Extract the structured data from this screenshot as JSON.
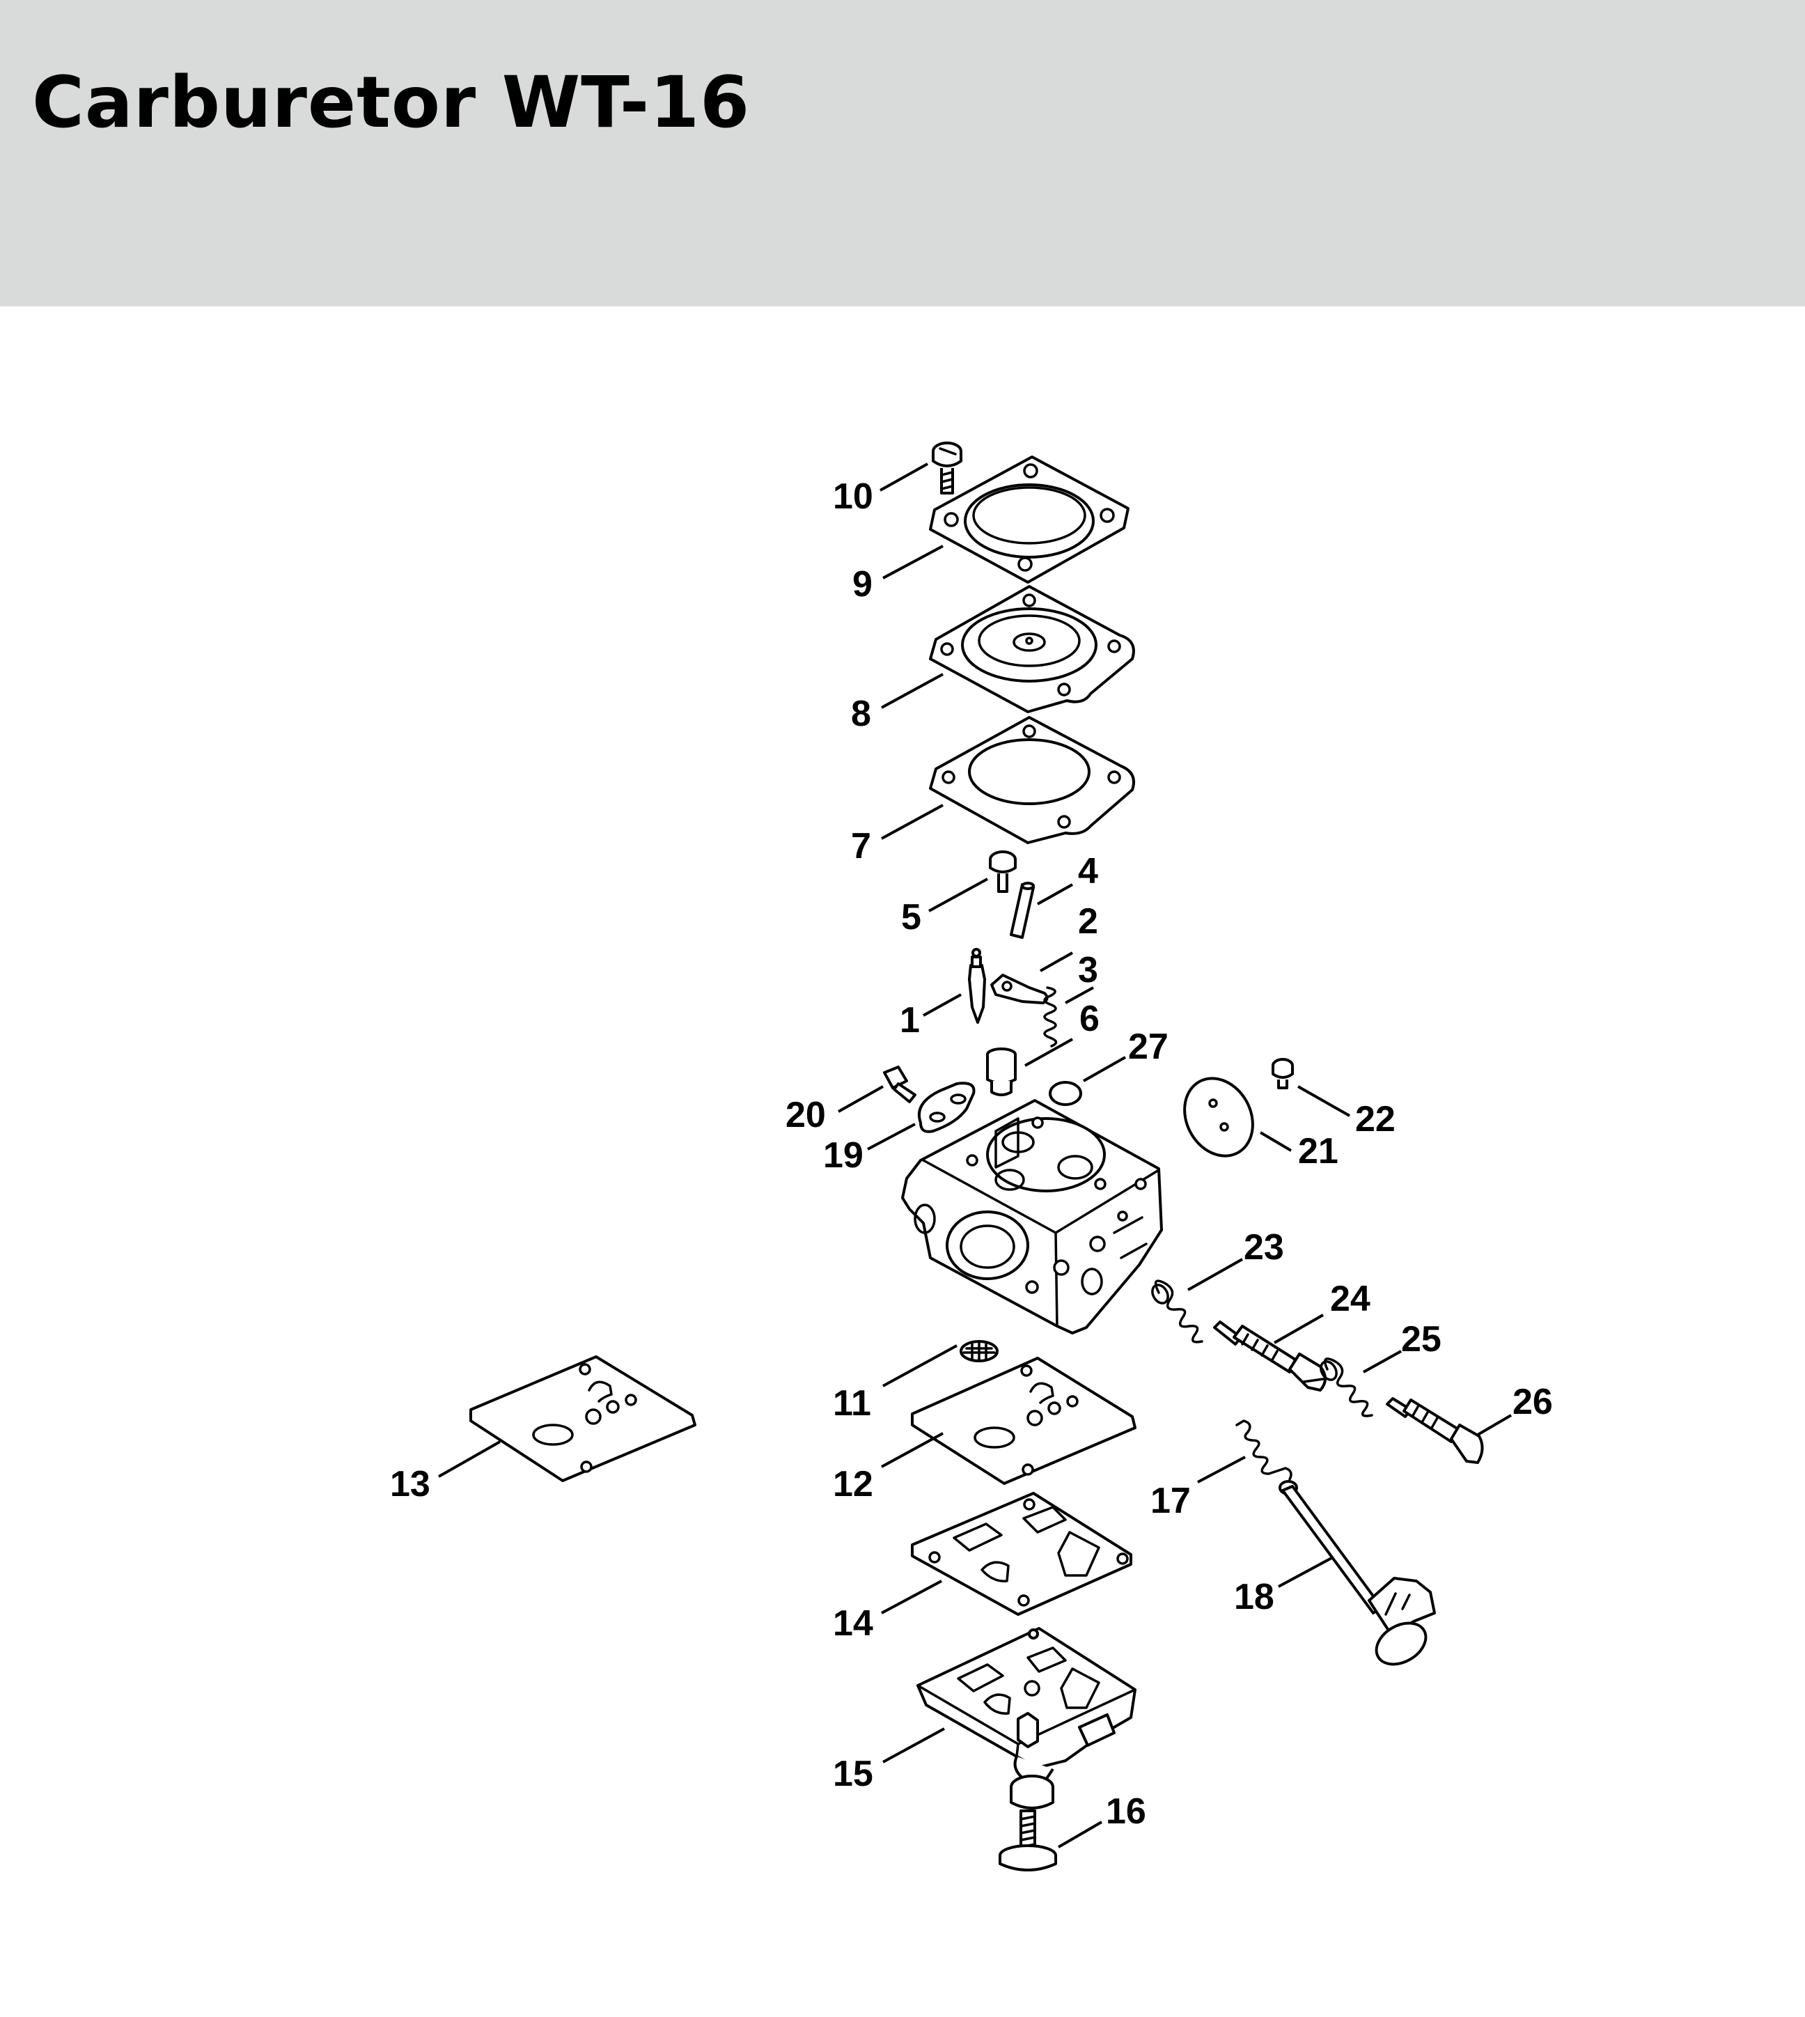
{
  "header": {
    "title": "Carburetor WT-16",
    "background_color": "#d9dbda"
  },
  "diagram": {
    "parts": [
      {
        "number": "1",
        "icon": "inlet-needle-icon"
      },
      {
        "number": "2",
        "icon": "control-lever-icon"
      },
      {
        "number": "3",
        "icon": "spring-icon"
      },
      {
        "number": "4",
        "icon": "spindle-pin-icon"
      },
      {
        "number": "5",
        "icon": "screw-icon"
      },
      {
        "number": "6",
        "icon": "fuel-pump-valve-icon"
      },
      {
        "number": "7",
        "icon": "gasket-icon"
      },
      {
        "number": "8",
        "icon": "metering-diaphragm-icon"
      },
      {
        "number": "9",
        "icon": "cover-plate-icon"
      },
      {
        "number": "10",
        "icon": "screw-icon"
      },
      {
        "number": "11",
        "icon": "strainer-icon"
      },
      {
        "number": "12",
        "icon": "pump-diaphragm-icon"
      },
      {
        "number": "13",
        "icon": "pump-diaphragm-icon"
      },
      {
        "number": "14",
        "icon": "gasket-icon"
      },
      {
        "number": "15",
        "icon": "end-cover-icon"
      },
      {
        "number": "16",
        "icon": "fillister-screw-icon"
      },
      {
        "number": "17",
        "icon": "torsion-spring-icon"
      },
      {
        "number": "18",
        "icon": "choke-shaft-icon"
      },
      {
        "number": "19",
        "icon": "retainer-icon"
      },
      {
        "number": "20",
        "icon": "screw-icon"
      },
      {
        "number": "21",
        "icon": "throttle-shutter-icon"
      },
      {
        "number": "22",
        "icon": "screw-icon"
      },
      {
        "number": "23",
        "icon": "spring-icon"
      },
      {
        "number": "24",
        "icon": "adjusting-screw-icon"
      },
      {
        "number": "25",
        "icon": "spring-icon"
      },
      {
        "number": "26",
        "icon": "adjusting-screw-icon"
      },
      {
        "number": "27",
        "icon": "welch-plug-icon"
      }
    ]
  }
}
